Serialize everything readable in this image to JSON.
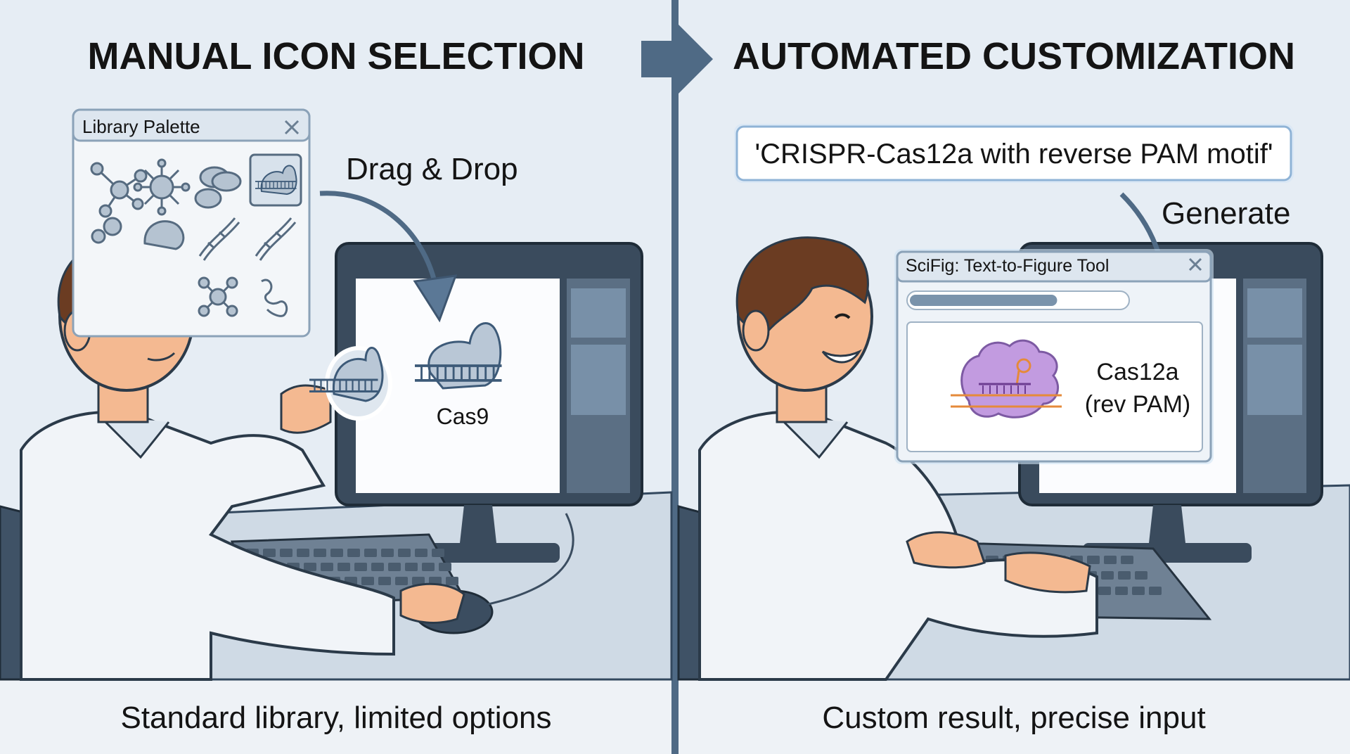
{
  "left_panel": {
    "heading": "MANUAL ICON SELECTION",
    "caption": "Standard library, limited options",
    "palette": {
      "title": "Library Palette"
    },
    "drag_label": "Drag & Drop",
    "placed_label": "Cas9"
  },
  "right_panel": {
    "heading": "AUTOMATED CUSTOMIZATION",
    "caption": "Custom result, precise input",
    "prompt_text": "'CRISPR-Cas12a with reverse PAM motif'",
    "generate_label": "Generate",
    "tool": {
      "title": "SciFig: Text-to-Figure Tool",
      "progress": 0.68,
      "result_line1": "Cas12a",
      "result_line2": "(rev PAM)"
    }
  },
  "colors": {
    "background": "#e6edf4",
    "divider": "#4f6a85",
    "arrow": "#5b7896",
    "skin": "#f4b991",
    "hair": "#6b3c22",
    "coat": "#f1f4f8",
    "protein_purple": "#c29be0",
    "orange_accent": "#e58a3a"
  }
}
